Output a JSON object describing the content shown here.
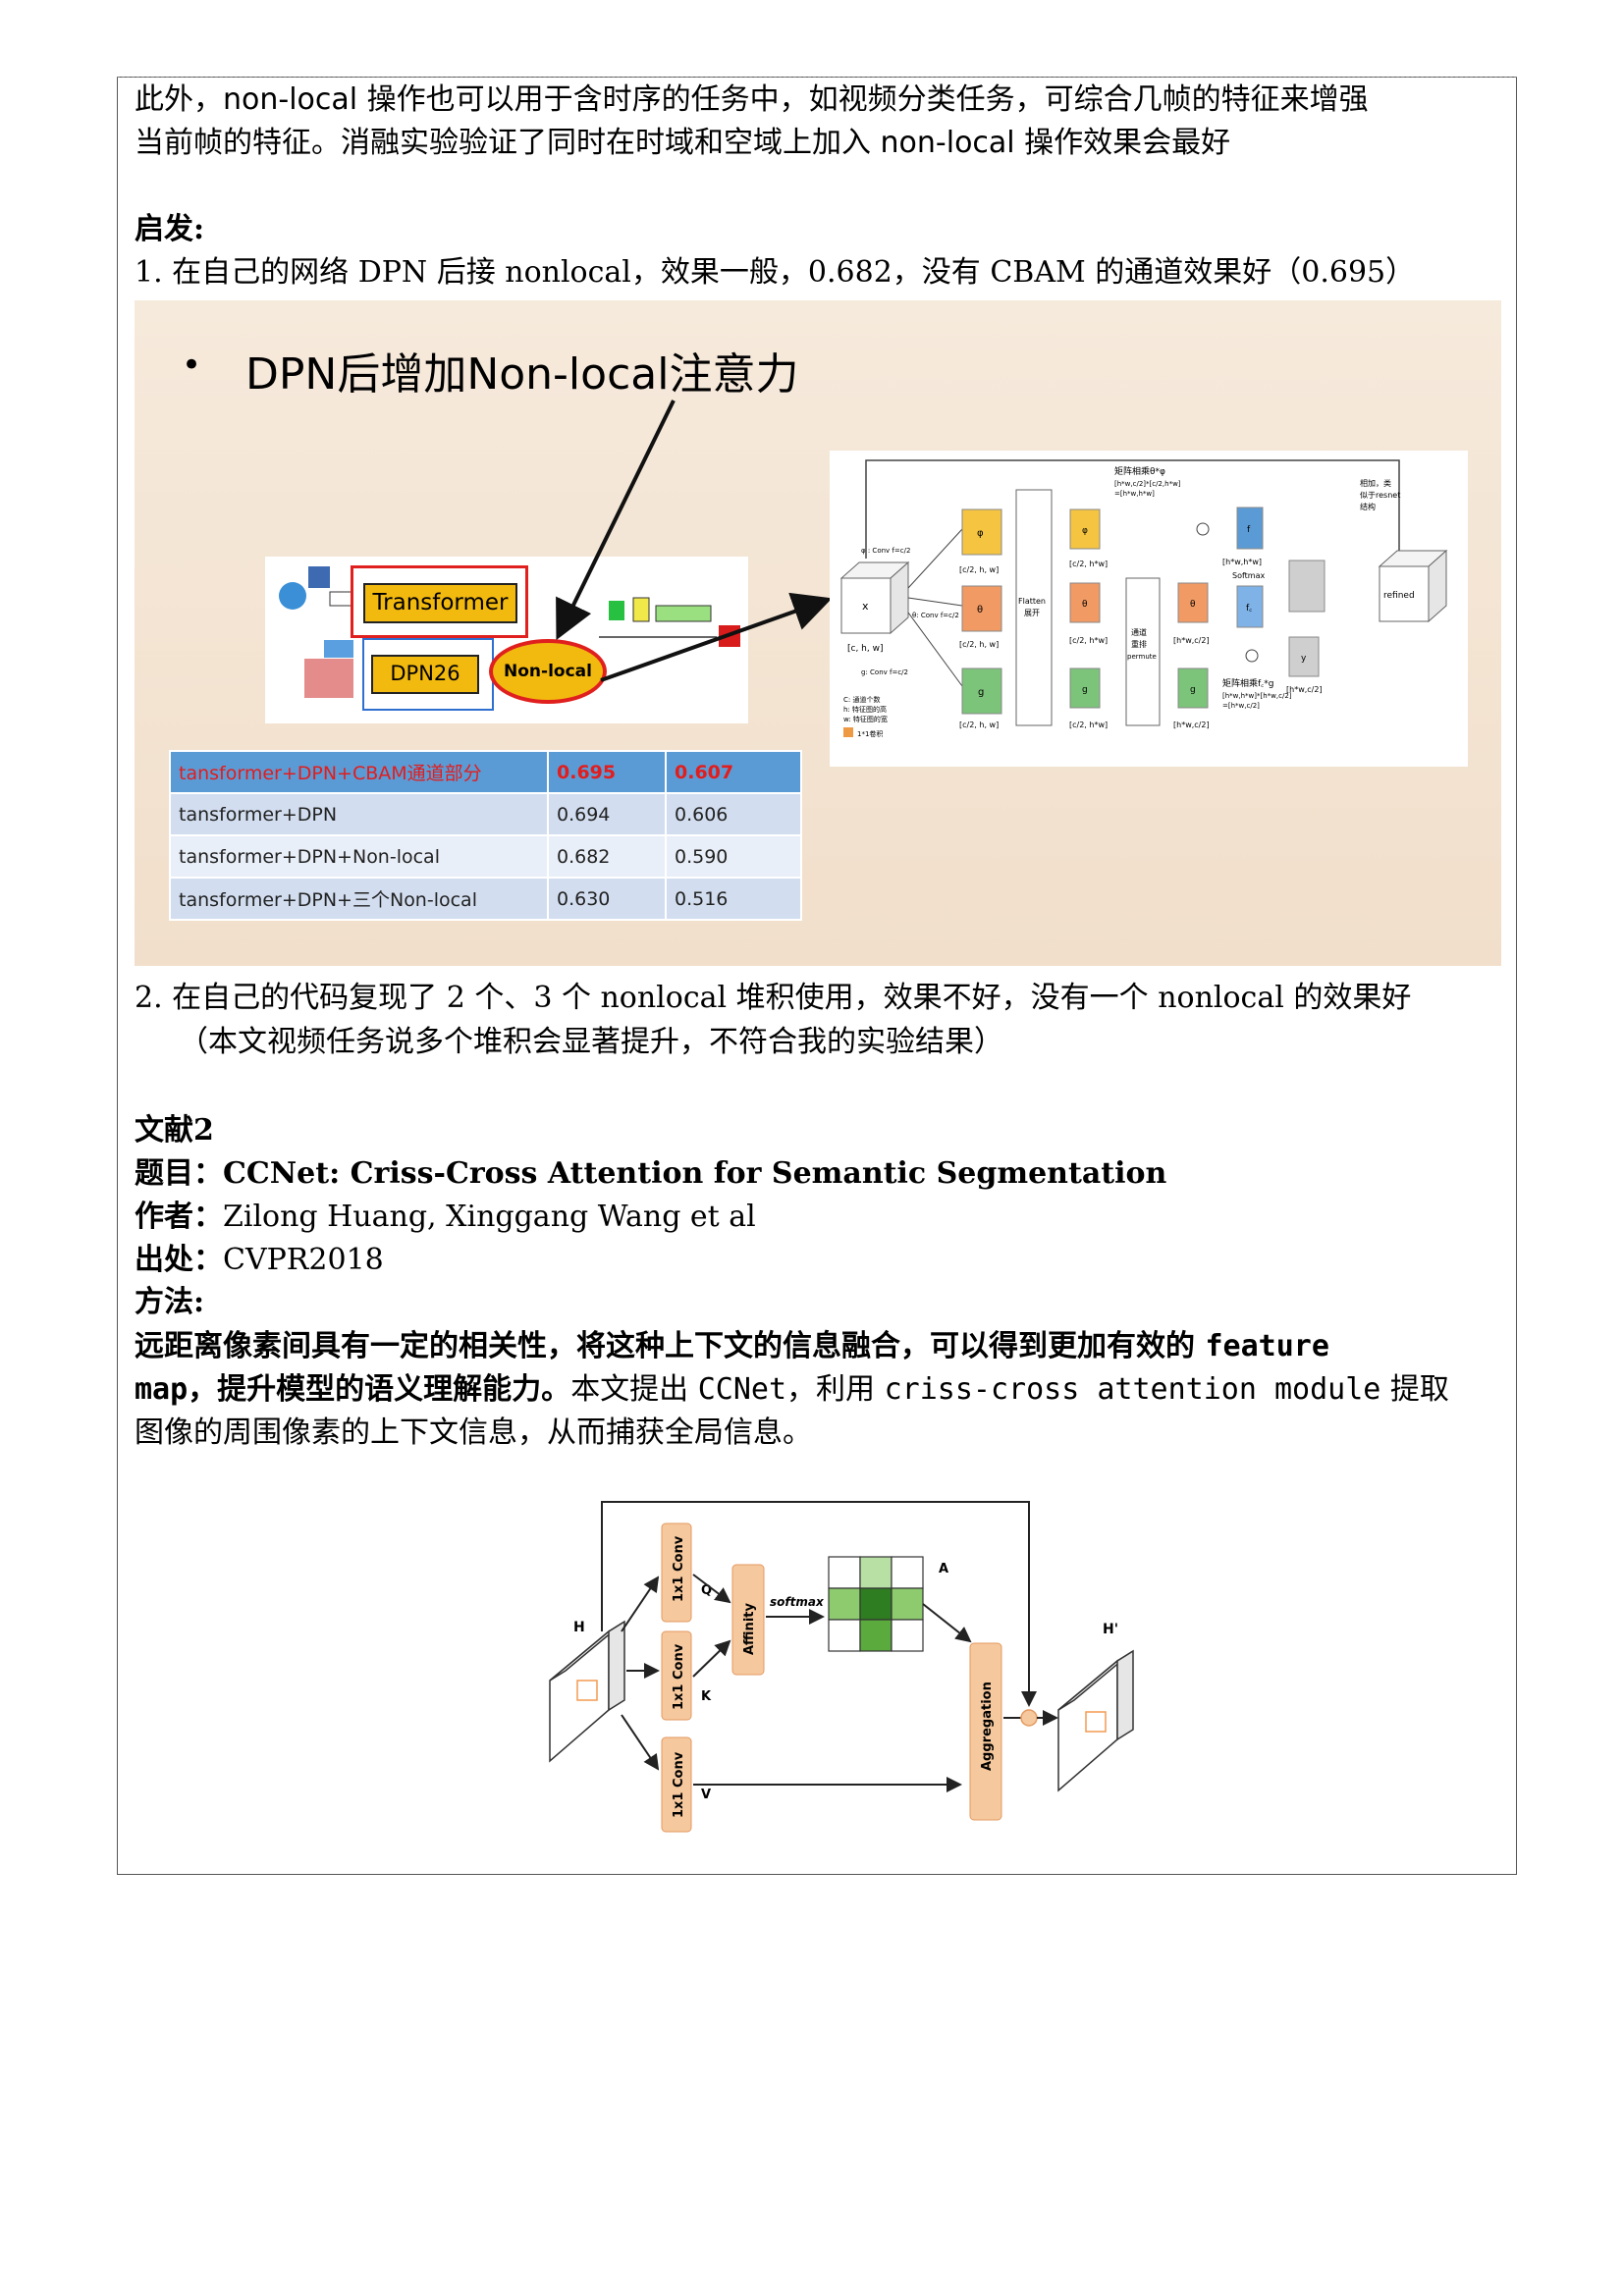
{
  "para1": {
    "line1": "此外，non-local 操作也可以用于含时序的任务中，如视频分类任务，可综合几帧的特征来增强",
    "line2": "当前帧的特征。消融实验验证了同时在时域和空域上加入 non-local  操作效果会最好"
  },
  "inspiration": {
    "heading": "启发:",
    "item1": "1.   在自己的网络 DPN 后接 nonlocal，效果一般，0.682，没有 CBAM 的通道效果好（0.695）",
    "item2_line1": "2.   在自己的代码复现了 2 个、3 个 nonlocal 堆积使用，效果不好，没有一个 nonlocal 的效果好",
    "item2_line2": "（本文视频任务说多个堆积会显著提升，不符合我的实验结果）"
  },
  "slide": {
    "bullet": "•",
    "title": "DPN后增加Non-local注意力",
    "transformer_label": "Transformer",
    "dpn_label": "DPN26",
    "nonlocal_label": "Non-local",
    "table": [
      [
        "tansformer+DPN+CBAM通道部分",
        "0.695",
        "0.607"
      ],
      [
        "tansformer+DPN",
        "0.694",
        "0.606"
      ],
      [
        "tansformer+DPN+Non-local",
        "0.682",
        "0.590"
      ],
      [
        "tansformer+DPN+三个Non-local",
        "0.630",
        "0.516"
      ]
    ],
    "right": {
      "x_label": "x",
      "x_dims": "[c, h, w]",
      "phi": "φ",
      "theta": "θ",
      "g": "g",
      "phi_conv": "φ : Conv f=c/2",
      "theta_conv": "θ: Conv f=c/2",
      "g_conv": "g: Conv f=c/2",
      "half_dims": "[c/2, h, w]",
      "flatten": "Flatten",
      "flatten_cn": "展开",
      "channel_reshape": "通道",
      "channel_reshape2": "重排",
      "permute": "permute",
      "cw": "[c/2, h*w]",
      "hwc": "[h*w,c/2]",
      "matmul1": "矩阵相乘θ*φ",
      "matmul1_dims": "[h*w,c/2]*[c/2,h*w]",
      "matmul1_res": "=[h*w,h*w]",
      "f": "f",
      "f_dims": "[h*w,h*w]",
      "softmax": "Softmax",
      "fc": "f꜀",
      "y": "y",
      "y_dims": "[h*w,c/2]",
      "matmul2": "矩阵相乘f꜀*g",
      "matmul2_dims": "[h*w,h*w]*[h*w,c/2]",
      "matmul2_res": "=[h*w,c/2]",
      "add_note": "相加，类",
      "add_note2": "似于resnet",
      "add_note3": "结构",
      "refined": "refined",
      "legend1": "C: 通道个数",
      "legend2": "h: 特征图的高",
      "legend3": "w: 特征图的宽",
      "legend4": "1*1卷积"
    }
  },
  "ref2": {
    "heading": "文献2",
    "title_label": "题目：",
    "title": "CCNet: Criss-Cross Attention for Semantic Segmentation",
    "author_label": "作者：",
    "authors": "Zilong Huang, Xinggang Wang et al",
    "source_label": "出处：",
    "source": "CVPR2018",
    "method_label": "方法:",
    "method_bold1": "远距离像素间具有一定的相关性，将这种上下文的信息融合，可以得到更加有效的 ",
    "method_bold1_mono": "feature",
    "method_bold2_mono": "map",
    "method_bold2": "，提升模型的语义理解能力。",
    "method_normal2a": "本文提出 ",
    "method_normal2b": "CCNet",
    "method_normal2c": "，利用 ",
    "method_normal2d": "criss-cross attention module",
    "method_normal2e": " 提取",
    "method_line3": "图像的周围像素的上下文信息，从而捕获全局信息。"
  },
  "ccnet_fig": {
    "H": "H",
    "H_prime": "H'",
    "conv1": "1x1 Conv",
    "conv2": "1x1 Conv",
    "conv3": "1x1 Conv",
    "Q": "Q",
    "K": "K",
    "V": "V",
    "affinity": "Affinity",
    "softmax": "softmax",
    "A": "A",
    "aggregation": "Aggregation"
  }
}
